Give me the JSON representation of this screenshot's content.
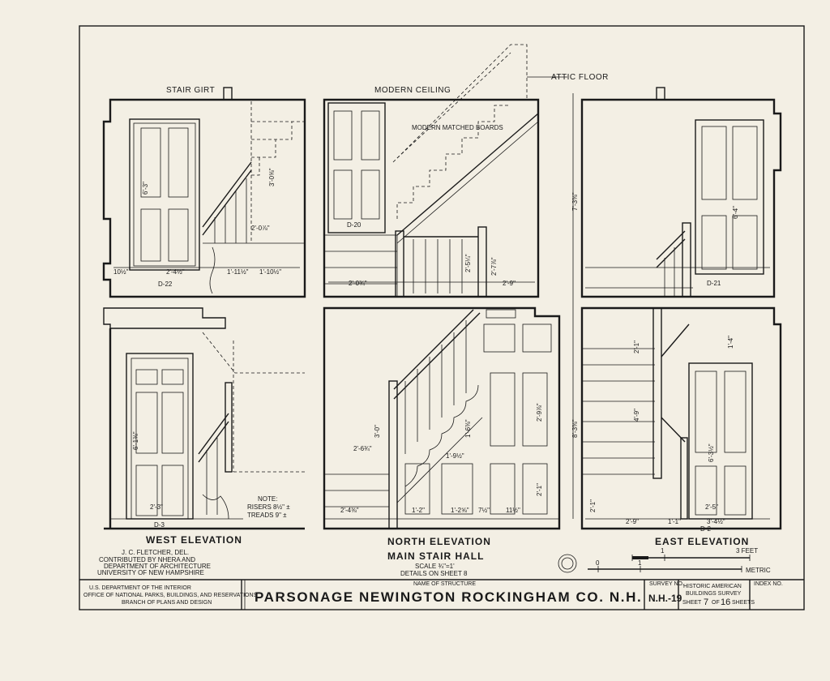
{
  "labels": {
    "stair_girt": "STAIR GIRT",
    "modern_ceiling": "MODERN CEILING",
    "attic_floor": "ATTIC FLOOR",
    "modern_boards": "MODERN MATCHED BOARDS",
    "note_title": "NOTE:",
    "note_risers": "RISERS 8½\" ±",
    "note_treads": "TREADS 9\" ±"
  },
  "doors": {
    "d22": "D-22",
    "d20": "D-20",
    "d21": "D-21",
    "d3": "D-3",
    "d2": "D-2"
  },
  "elevations": {
    "west": "WEST ELEVATION",
    "north": "NORTH ELEVATION",
    "east": "EAST ELEVATION"
  },
  "center_block": {
    "subtitle": "MAIN STAIR HALL",
    "scale": "SCALE ¾\"=1'",
    "details": "DETAILS ON SHEET 8"
  },
  "credits": {
    "delineator": "J. C. FLETCHER, DEL.",
    "line1": "CONTRIBUTED BY NHERA AND",
    "line2": "DEPARTMENT OF ARCHITECTURE",
    "line3": "UNIVERSITY OF NEW HAMPSHIRE"
  },
  "scale_bar": {
    "zero": "0",
    "one": "1",
    "three_feet": "3 FEET",
    "metric_zero": "0",
    "metric_one": "1",
    "metric": "METRIC"
  },
  "title_block": {
    "agency1": "U.S. DEPARTMENT OF THE INTERIOR",
    "agency2": "OFFICE OF NATIONAL PARKS, BUILDINGS, AND RESERVATIONS",
    "agency3": "BRANCH OF PLANS AND DESIGN",
    "name_label": "NAME OF STRUCTURE",
    "structure": "PARSONAGE NEWINGTON ROCKINGHAM CO. N.H.",
    "survey_label": "SURVEY NO.",
    "survey_no": "N.H.-19",
    "habs1": "HISTORIC AMERICAN",
    "habs2": "BUILDINGS SURVEY",
    "sheet_word": "SHEET",
    "sheet_no": "7",
    "of_word": "OF",
    "sheet_total": "16",
    "sheets_word": "SHEETS",
    "index_label": "INDEX NO."
  },
  "dims": {
    "w1": "6'-3\"",
    "w2": "3'-0⅝\"",
    "w3": "2'-0⅞\"",
    "w4": "2'-4½\"",
    "w5": "10½\"",
    "w6": "1'-11½\"",
    "w7": "1'-10½\"",
    "w8": "6'-1⅜\"",
    "w9": "2'-3\"",
    "w10": "2'-5\"",
    "n1": "2'-0¾\"",
    "n2": "2'-9\"",
    "n3": "2'-7⅞\"",
    "n4": "2'-5¼\"",
    "n5": "3'-0\"",
    "n6": "2'-6¾\"",
    "n7": "1'-6⅜\"",
    "n8": "2'-9⅞\"",
    "n9": "2'-1\"",
    "n10": "2'-4⅜\"",
    "n11": "1'-2\"",
    "n12": "1'-2⅝\"",
    "n13": "7½\"",
    "n14": "11½\"",
    "c1": "7'-3⅜\"",
    "c2": "8'-3⅜\"",
    "c3": "1'-9½\"",
    "e1": "6'-4\"",
    "e2": "2'-1\"",
    "e3": "4'-9\"",
    "e4": "6'-3½\"",
    "e5": "2'-5\"",
    "e6": "2'-1\"",
    "e7": "2'-9\"",
    "e8": "1'-1\"",
    "e9": "3'-4½\"",
    "e10": "1'-4\""
  }
}
